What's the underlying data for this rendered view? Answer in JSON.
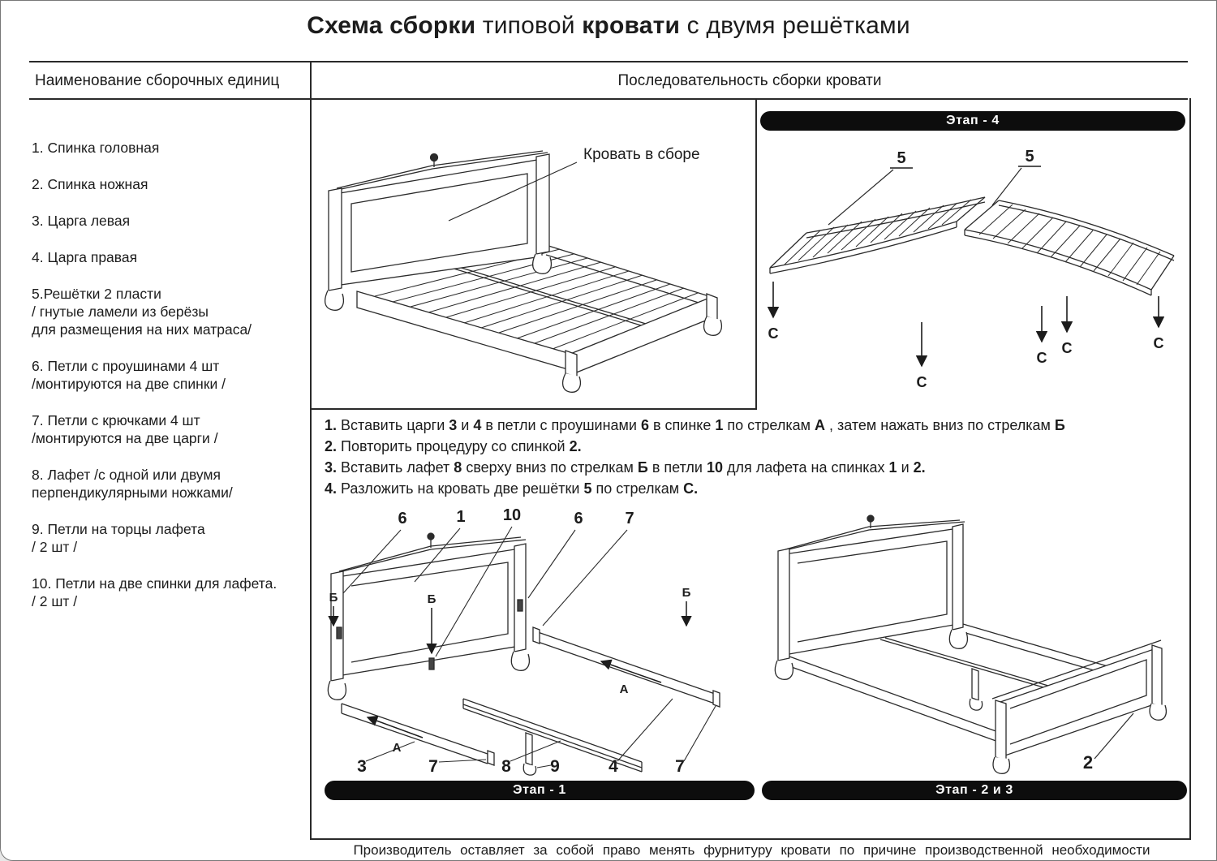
{
  "title": {
    "b1": "Схема сборки",
    "r1": " типовой ",
    "b2": "кровати",
    "r2": " с двумя решётками"
  },
  "headers": {
    "left": "Наименование  сборочных единиц",
    "right": "Последовательность сборки кровати"
  },
  "parts_list": [
    "1.   Спинка головная",
    "2. Спинка ножная",
    "3. Царга левая",
    "4. Царга правая",
    "5.Решётки  2 пласти\n/ гнутые ламели из берёзы\nдля размещения на них матраса/",
    "6. Петли с проушинами 4 шт\n/монтируются на две спинки /",
    "7. Петли с крючками 4 шт\n/монтируются на две царги /",
    "8. Лафет /с одной или двумя\nперпендикулярными ножками/",
    "9. Петли на торцы лафета\n/ 2 шт /",
    "10. Петли на две спинки для лафета.\n/ 2 шт /"
  ],
  "assembled": {
    "caption": "Кровать в сборе"
  },
  "stage4": {
    "pill": "Этап -  4",
    "five": "5",
    "c": "C"
  },
  "instructions": [
    [
      "1.",
      " Вставить царги ",
      "3",
      " и ",
      "4",
      " в петли с проушинами ",
      "6",
      " в спинке ",
      "1",
      " по стрелкам ",
      "А",
      " , затем нажать вниз по стрелкам ",
      "Б"
    ],
    [
      "2.",
      " Повторить процедуру со спинкой ",
      "2."
    ],
    [
      "3.",
      " Вставить лафет ",
      "8",
      " сверху вниз по стрелкам ",
      "Б",
      " в петли ",
      "10",
      " для лафета на спинках ",
      "1",
      " и ",
      "2."
    ],
    [
      "4.",
      " Разложить на кровать две решётки ",
      "5",
      "  по стрелкам ",
      "С."
    ]
  ],
  "stage1": {
    "pill": "Этап - 1",
    "label6": "6",
    "label1": "1",
    "label10": "10",
    "label7": "7",
    "label3": "3",
    "label8": "8",
    "label9": "9",
    "label4": "4",
    "arrow_a": "А",
    "arrow_b": "Б"
  },
  "stage23": {
    "pill": "Этап -  2 и 3",
    "label2": "2"
  },
  "footer": "Производитель  оставляет  за  собой  право  менять  фурнитуру  кровати  по  причине  производственной  необходимости"
}
